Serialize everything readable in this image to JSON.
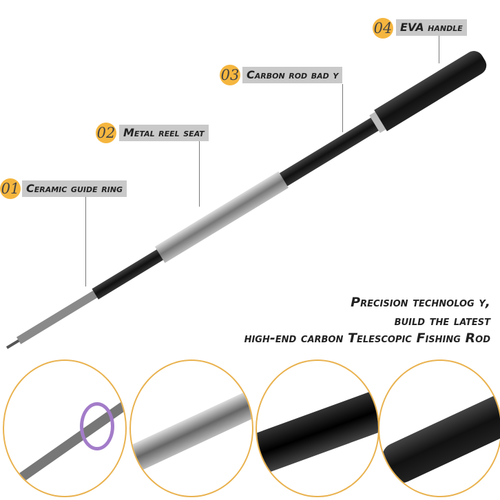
{
  "callouts": [
    {
      "num": "01",
      "label": "Ceramic guide ring"
    },
    {
      "num": "02",
      "label": "Metal reel seat"
    },
    {
      "num": "03",
      "label": "Carbon  rod bad y"
    },
    {
      "num": "04",
      "label": "EVA handle"
    }
  ],
  "tagline": [
    "Precision technolog y,",
    "build the latest",
    "high-end carbon Telescopic Fishing Rod"
  ],
  "colors": {
    "accent": "#f5b63f",
    "label_bg": "#c9c9c9",
    "ring_border": "#e9b24f"
  }
}
